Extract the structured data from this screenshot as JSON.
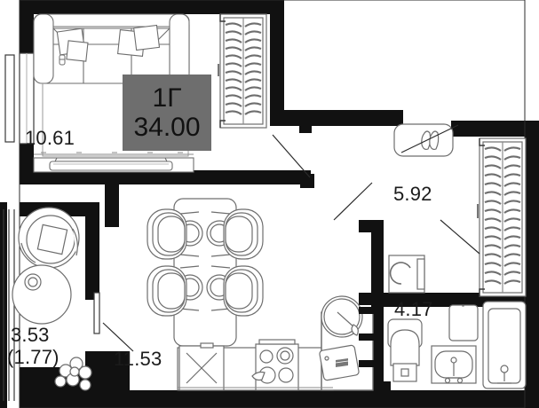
{
  "plan": {
    "badge": {
      "apartment_type": "1Г",
      "total_area": "34.00"
    },
    "rooms": [
      {
        "key": "living",
        "name": "living-room",
        "area": "10.61"
      },
      {
        "key": "kitchen",
        "name": "kitchen",
        "area": "11.53"
      },
      {
        "key": "hall",
        "name": "hallway",
        "area": "5.92"
      },
      {
        "key": "bath",
        "name": "bathroom",
        "area": "4.17"
      },
      {
        "key": "balcony",
        "name": "balcony",
        "area": "3.53",
        "area_reduced": "(1.77)"
      }
    ],
    "colors": {
      "wall": "#111111",
      "furniture_line": "#666666",
      "badge_bg": "#6e6e6e",
      "badge_text": "#111111",
      "label_text": "#1b1b1b",
      "background": "#ffffff"
    },
    "fixtures": [
      "sofa",
      "tv-console",
      "wardrobe-left",
      "wardrobe-right",
      "dining-table",
      "dining-chairs",
      "armchair",
      "round-side-table",
      "potted-plant",
      "kitchen-sink",
      "cooktop",
      "round-dining-table",
      "shoe-rack",
      "washing-machine",
      "toilet",
      "bathroom-sink",
      "bathtub",
      "cabinet",
      "window-left",
      "door-swing"
    ]
  }
}
